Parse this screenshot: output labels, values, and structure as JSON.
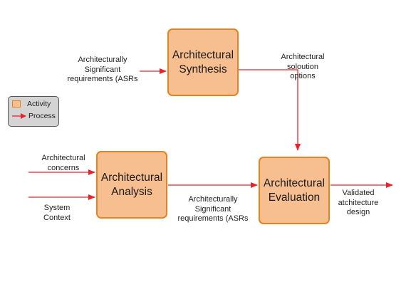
{
  "boxes": {
    "synthesis": {
      "line1": "Architectural",
      "line2": "Synthesis"
    },
    "analysis": {
      "line1": "Architectural",
      "line2": "Analysis"
    },
    "evaluation": {
      "line1": "Architectural",
      "line2": "Evaluation"
    }
  },
  "labels": {
    "asr_top": [
      "Architecturally",
      "Significant",
      "requirements (ASRs"
    ],
    "options": [
      "Architectural",
      "soloution",
      "options"
    ],
    "concerns": [
      "Architectural",
      "concerns"
    ],
    "context": [
      "System",
      "Context"
    ],
    "asr_bottom": [
      "Architecturally",
      "Significant",
      "requirements (ASRs"
    ],
    "validated": [
      "Validated",
      "atchitecture",
      "design"
    ]
  },
  "legend": {
    "activity": "Activity",
    "process": "Process"
  },
  "colors": {
    "box_fill": "#f7bf8f",
    "box_border": "#e8821f",
    "arrow": "#e8232a",
    "legend_bg": "#d4d4d4"
  }
}
